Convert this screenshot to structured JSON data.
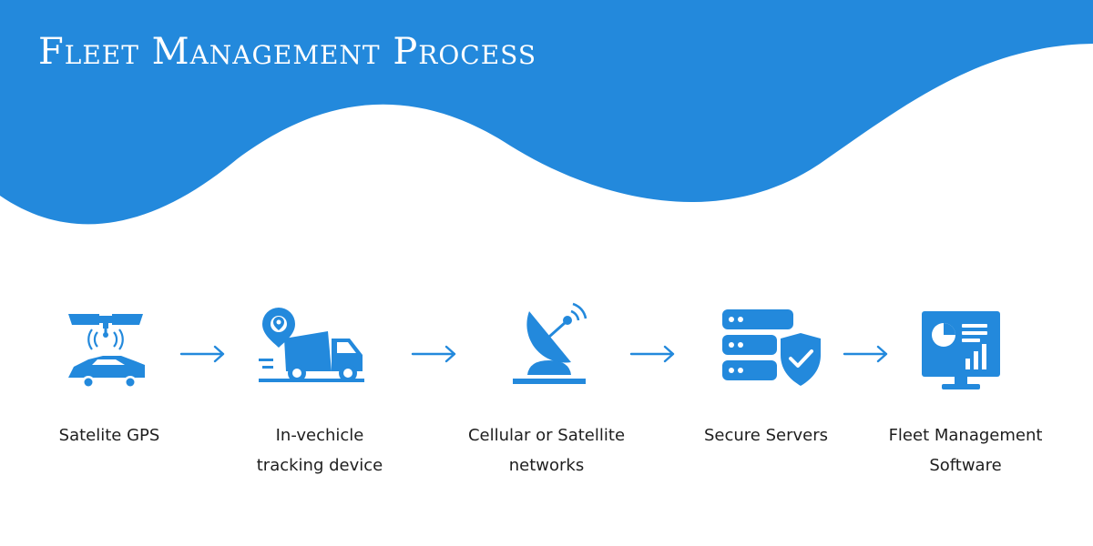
{
  "title": "Fleet Management Process",
  "colors": {
    "brand_blue": "#2389dc",
    "label_text": "#1e1e1e",
    "background": "#ffffff"
  },
  "steps": [
    {
      "icon": "satellite-gps-car-icon",
      "line1": "Satelite GPS",
      "line2": ""
    },
    {
      "icon": "tracking-truck-icon",
      "line1": "In-vechicle",
      "line2": "tracking device"
    },
    {
      "icon": "satellite-dish-icon",
      "line1": "Cellular or Satellite",
      "line2": "networks"
    },
    {
      "icon": "secure-server-icon",
      "line1": "Secure Servers",
      "line2": ""
    },
    {
      "icon": "dashboard-monitor-icon",
      "line1": "Fleet Management",
      "line2": "Software"
    }
  ]
}
